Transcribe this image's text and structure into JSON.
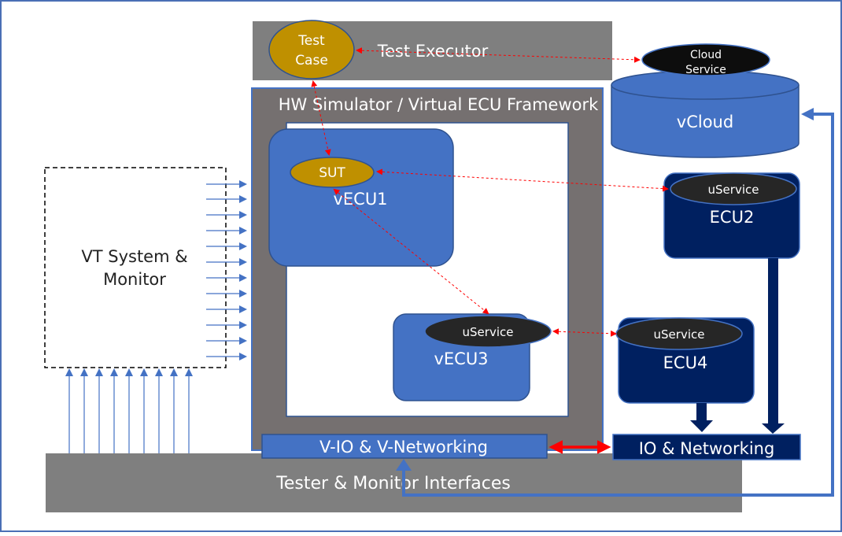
{
  "diagram": {
    "test_executor": {
      "label": "Test Executor",
      "test_case_line1": "Test",
      "test_case_line2": "Case"
    },
    "cloud": {
      "service_line1": "Cloud",
      "service_line2": "Service",
      "label": "vCloud"
    },
    "framework": {
      "label": "HW Simulator / Virtual ECU Framework"
    },
    "vecu1": {
      "label": "vECU1",
      "sut_label": "SUT"
    },
    "vecu3": {
      "label": "vECU3",
      "service_label": "uService"
    },
    "ecu2": {
      "label": "ECU2",
      "service_label": "uService"
    },
    "ecu4": {
      "label": "ECU4",
      "service_label": "uService"
    },
    "vt_system": {
      "line1": "VT System &",
      "line2": "Monitor"
    },
    "v_io": {
      "label": "V-IO & V-Networking"
    },
    "io_networking": {
      "label": "IO & Networking"
    },
    "tester_interfaces": {
      "label": "Tester & Monitor Interfaces"
    }
  },
  "colors": {
    "gray_box": "#7f7f7f",
    "framework_gray": "#757070",
    "ecu_blue": "#4472c4",
    "dark_navy": "#002060",
    "gold": "#bf9000",
    "arrow_red": "#ff0000",
    "frame_border": "#4a6fb5"
  }
}
